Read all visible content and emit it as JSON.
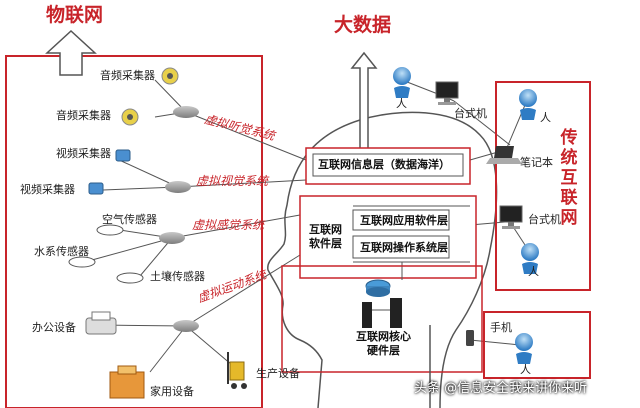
{
  "titles": {
    "iot": "物联网",
    "bigdata": "大数据",
    "internet": [
      "传",
      "统",
      "互",
      "联",
      "网"
    ]
  },
  "iot_devices": {
    "audio1": "音频采集器",
    "audio2": "音频采集器",
    "video1": "视频采集器",
    "video2": "视频采集器",
    "air": "空气传感器",
    "water": "水系传感器",
    "soil": "土壤传感器",
    "office": "办公设备",
    "home": "家用设备",
    "production": "生产设备"
  },
  "virtual_systems": {
    "hearing": "虚拟听觉系统",
    "vision": "虚拟视觉系统",
    "sensing": "虚拟感觉系统",
    "motion": "虚拟运动系统"
  },
  "brain": {
    "info_layer": "互联网信息层（数据海洋）",
    "software_layer": [
      "互联网",
      "软件层"
    ],
    "app_layer": "互联网应用软件层",
    "os_layer": "互联网操作系统层",
    "hardware_layer": [
      "互联网核心",
      "硬件层"
    ]
  },
  "internet_devices": {
    "person1": "人",
    "person2": "人",
    "person3": "人",
    "person4": "人",
    "desktop1": "台式机",
    "laptop": "笔记本",
    "desktop2": "台式机",
    "phone": "手机"
  },
  "watermark": "头条 @信息安全我来讲你来听",
  "colors": {
    "red": "#c8242a",
    "gray_node": "#9a9a9a",
    "person": "#3d8fd6"
  }
}
